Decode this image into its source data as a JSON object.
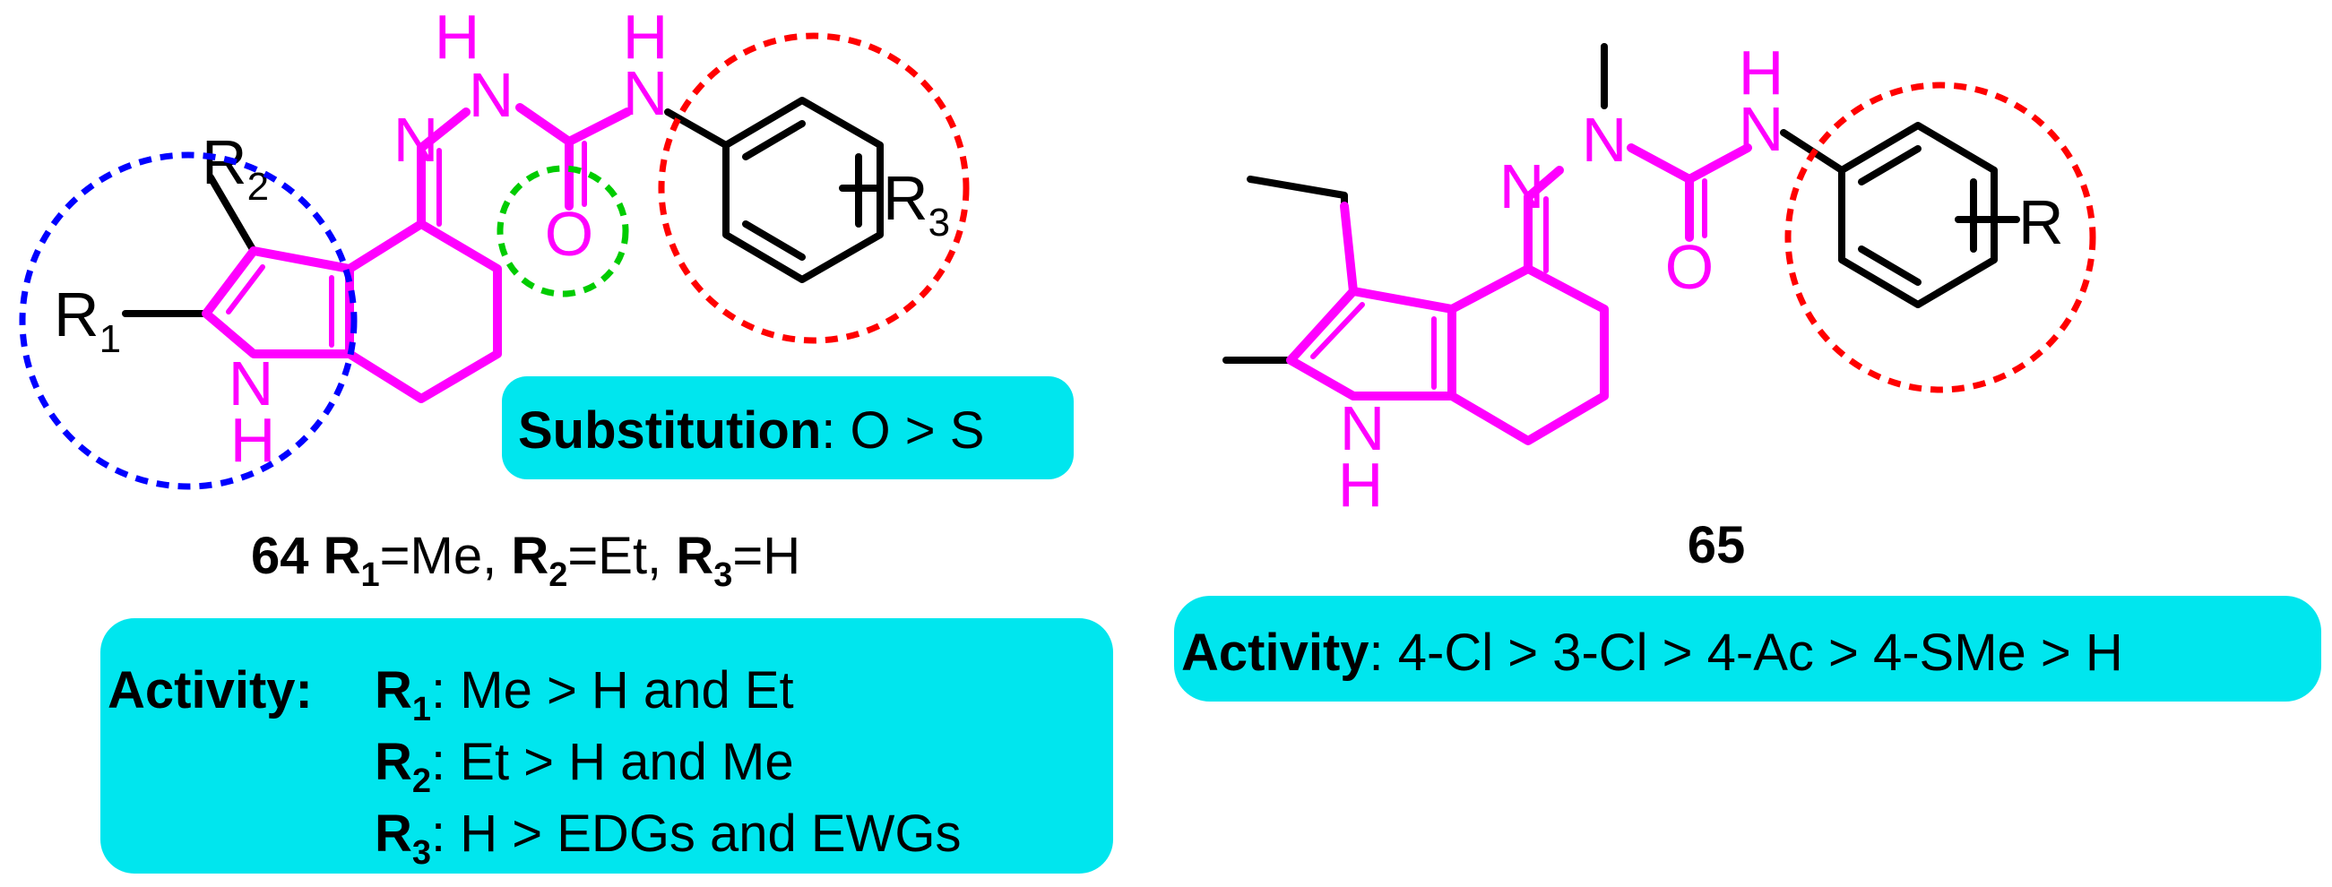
{
  "colors": {
    "highlight_box": "#00e6ee",
    "pharmacophore": "#ff00ff",
    "circle_indole": "#0000ff",
    "circle_carbonyl": "#00cc00",
    "circle_phenyl": "#ff0000",
    "bond": "#000000"
  },
  "atoms": {
    "N": "N",
    "H": "H",
    "O": "O",
    "R": "R",
    "R1_base": "R",
    "R1_sub": "1",
    "R2_base": "R",
    "R2_sub": "2",
    "R3_base": "R",
    "R3_sub": "3"
  },
  "compound64": {
    "number": "64",
    "label_R1_bold": "R",
    "label_R1_sub": "1",
    "label_R1_val": "=Me,",
    "label_R2_bold": "R",
    "label_R2_sub": "2",
    "label_R2_val": "=Et,",
    "label_R3_bold": "R",
    "label_R3_sub": "3",
    "label_R3_val": "=H",
    "substitution_key": "Substitution",
    "substitution_val": ": O > S",
    "activity_key": "Activity:",
    "activity_rows": [
      {
        "r": "R",
        "sub": "1",
        "text": ": Me > H and Et"
      },
      {
        "r": "R",
        "sub": "2",
        "text": ": Et > H and Me"
      },
      {
        "r": "R",
        "sub": "3",
        "text": ": H > EDGs and EWGs"
      }
    ]
  },
  "compound65": {
    "number": "65",
    "activity_key": "Activity",
    "activity_val": ": 4-Cl > 3-Cl > 4-Ac > 4-SMe > H"
  }
}
